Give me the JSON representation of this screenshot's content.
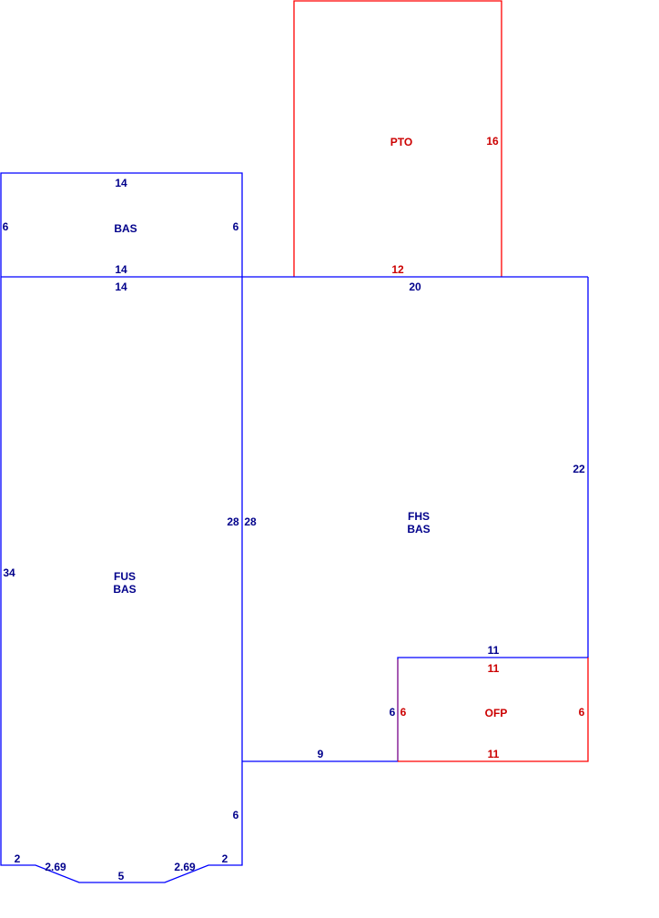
{
  "colors": {
    "living_area": "#0000ff",
    "living_area_text": "#00008b",
    "exterior_area": "#ff0000",
    "exterior_area_text": "#cc0000"
  },
  "areas": {
    "bas_top": {
      "label": "BAS",
      "dims": {
        "top": "14",
        "bottom": "14",
        "left": "6",
        "right": "6"
      }
    },
    "pto": {
      "label": "PTO",
      "dims": {
        "right": "16",
        "bottom": "12"
      }
    },
    "fus_bas": {
      "label_line1": "FUS",
      "label_line2": "BAS",
      "dims": {
        "top": "14",
        "left": "34",
        "right": "28",
        "right_lower": "6",
        "bottom_left": "2",
        "bevel_left": "2.69",
        "bottom_center": "5",
        "bevel_right": "2.69",
        "bottom_right": "2"
      }
    },
    "fhs_bas": {
      "label_line1": "FHS",
      "label_line2": "BAS",
      "dims": {
        "top": "20",
        "right": "22",
        "left": "28",
        "bottom": "9",
        "notch_top": "11",
        "notch_left": "6"
      }
    },
    "ofp": {
      "label": "OFP",
      "dims": {
        "top": "11",
        "bottom": "11",
        "left": "6",
        "right": "6"
      }
    }
  }
}
